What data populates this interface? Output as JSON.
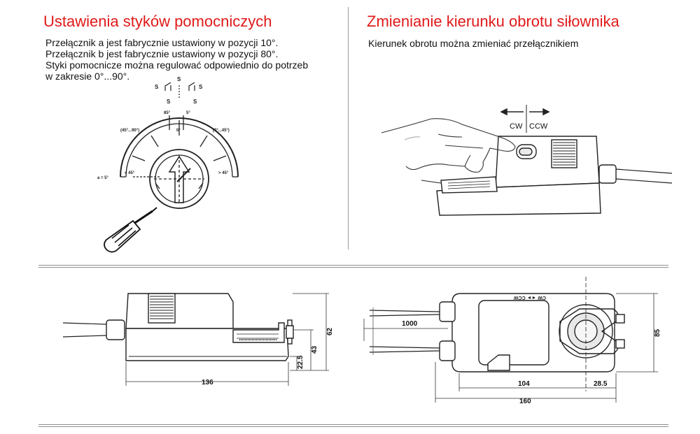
{
  "left": {
    "title": "Ustawienia styków pomocniczych",
    "lines": [
      "Przełącznik a jest fabrycznie ustawiony w pozycji 10°.",
      "Przełącznik b jest fabrycznie ustawiony w pozycji 80°.",
      "Styki pomocnicze można regulować odpowiednio do potrzeb",
      "w zakresie 0°...90°."
    ],
    "dial": {
      "s_label": "S",
      "angle_85": "85°",
      "angle_5": "5°",
      "angle_0": "0°",
      "range_left": "(45°...90°)",
      "range_right": "(0°...45°)",
      "lt_45": "< 45°",
      "gt_45": "> 45°",
      "a_5": "a = 5°"
    }
  },
  "right": {
    "title": "Zmienianie kierunku obrotu siłownika",
    "subtitle": "Kierunek obrotu można zmieniać przełącznikiem",
    "cw": "CW",
    "ccw": "CCW"
  },
  "drawings": {
    "side": {
      "length": "136",
      "height_total": "62",
      "height_mid": "43",
      "height_base": "22.5"
    },
    "top": {
      "cable": "1000",
      "width": "104",
      "offset": "28.5",
      "total": "160",
      "depth": "85",
      "label": "CW ◄► CCW"
    }
  },
  "colors": {
    "title": "#e01a1a",
    "line": "#222222",
    "separator": "#8f8f8f"
  }
}
